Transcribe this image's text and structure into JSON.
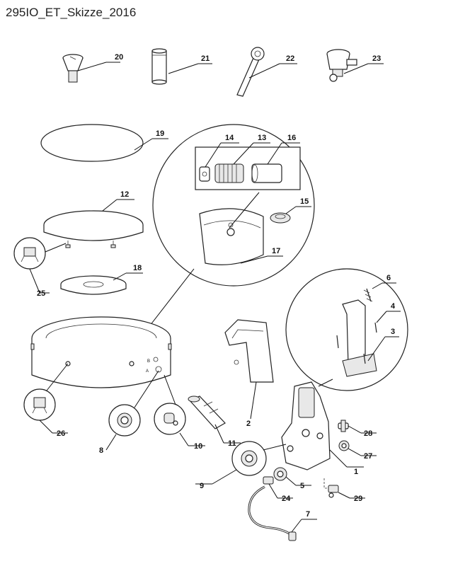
{
  "title": "295IO_ET_Skizze_2016",
  "parts": [
    {
      "id": "p20",
      "label": "20"
    },
    {
      "id": "p21",
      "label": "21"
    },
    {
      "id": "p22",
      "label": "22"
    },
    {
      "id": "p23",
      "label": "23"
    },
    {
      "id": "p19",
      "label": "19"
    },
    {
      "id": "p14",
      "label": "14"
    },
    {
      "id": "p13",
      "label": "13"
    },
    {
      "id": "p12",
      "label": "12"
    },
    {
      "id": "p15",
      "label": "15"
    },
    {
      "id": "p17",
      "label": "17"
    },
    {
      "id": "p16",
      "label": "16"
    },
    {
      "id": "p18",
      "label": "18"
    },
    {
      "id": "p25",
      "label": "25"
    },
    {
      "id": "p6",
      "label": "6"
    },
    {
      "id": "p4",
      "label": "4"
    },
    {
      "id": "p3",
      "label": "3"
    },
    {
      "id": "p26",
      "label": "26"
    },
    {
      "id": "p2",
      "label": "2"
    },
    {
      "id": "p8",
      "label": "8"
    },
    {
      "id": "p10",
      "label": "10"
    },
    {
      "id": "p11",
      "label": "11"
    },
    {
      "id": "p28",
      "label": "28"
    },
    {
      "id": "p27",
      "label": "27"
    },
    {
      "id": "p1",
      "label": "1"
    },
    {
      "id": "p9",
      "label": "9"
    },
    {
      "id": "p5",
      "label": "5"
    },
    {
      "id": "p24",
      "label": "24"
    },
    {
      "id": "p29",
      "label": "29"
    },
    {
      "id": "p7",
      "label": "7"
    }
  ],
  "valve_markings": {
    "b": "B",
    "a": "A"
  }
}
